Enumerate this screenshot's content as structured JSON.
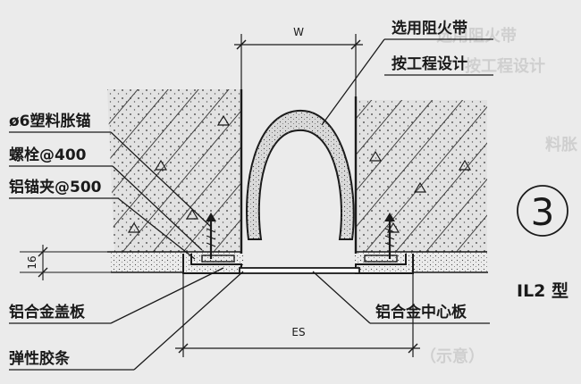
{
  "diagram": {
    "labels": {
      "fire_band": "选用阻火带",
      "by_design": "按工程设计",
      "anchor": "ø6塑料胀锚",
      "bolt_spacing": "螺栓@400",
      "clip_spacing": "铝锚夹@500",
      "cover_plate": "铝合金盖板",
      "rubber_strip": "弹性胶条",
      "center_plate": "铝合金中心板"
    },
    "dimensions": {
      "width": "W",
      "thickness": "16",
      "span": "ES"
    },
    "badge": {
      "number": "3",
      "type": "IL2 型"
    },
    "colors": {
      "background": "#ebebeb",
      "ink": "#1a1a1a",
      "concrete": "#e2e2e2",
      "ghost": "#cfcfcf"
    }
  }
}
